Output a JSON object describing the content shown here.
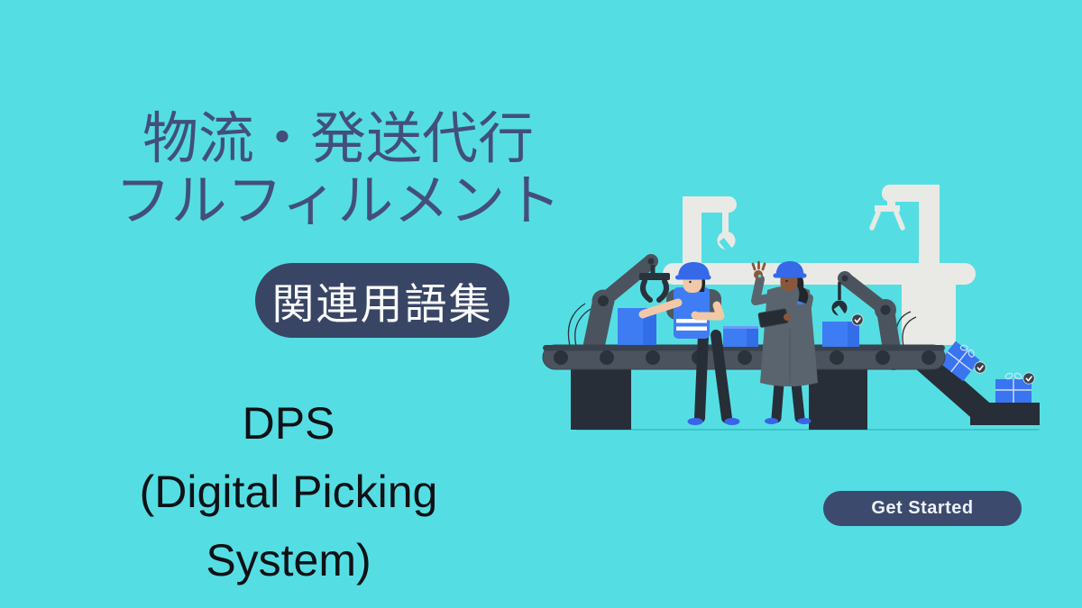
{
  "heading": {
    "line1": "物流・発送代行",
    "line2": "フルフィルメント"
  },
  "badge": {
    "label": "関連用語集"
  },
  "term": {
    "line1": "DPS",
    "line2": "(Digital Picking",
    "line3": "System)"
  },
  "cta": {
    "label": "Get Started"
  },
  "illustration": {
    "subject": "two warehouse workers at a conveyor belt with robotic arms sorting blue parcels onto a delivery ramp",
    "icons": [
      "robot-arm-icon",
      "gripper-claw-icon",
      "wrench-icon",
      "check-badge-icon",
      "gift-box-icon",
      "ok-hand-icon",
      "tablet-icon",
      "hard-hat-icon"
    ]
  },
  "colors": {
    "bg": "#54dee3",
    "heading": "#434f7a",
    "badge-bg": "#394564",
    "badge-text": "#fafbfd",
    "term": "#0e1116",
    "cta-bg": "#3c4a6e",
    "cta-text": "#eef2f8",
    "steel": "#4b545e",
    "steel-dark": "#2a323c",
    "ink": "#272e38",
    "light-gray": "#e9eae5",
    "box-blue": "#3e7cf3",
    "box-blue-dark": "#336ee8",
    "box-blue-light": "#6b9cf7",
    "gift-blue": "#3a74f0",
    "ribbon": "#cfe0fb",
    "skin-light": "#f2c9a6",
    "skin-dark": "#8a573a",
    "hair": "#20262c",
    "hat-blue": "#3569e8",
    "shoe-blue": "#3b63e8",
    "vest-blue": "#3f7df5",
    "shirt-gray": "#4d5862",
    "coat-gray": "#5a646e",
    "ground": "#3cc6cc",
    "check-bg": "#3a434c",
    "belt-lip": "#3a434d"
  }
}
